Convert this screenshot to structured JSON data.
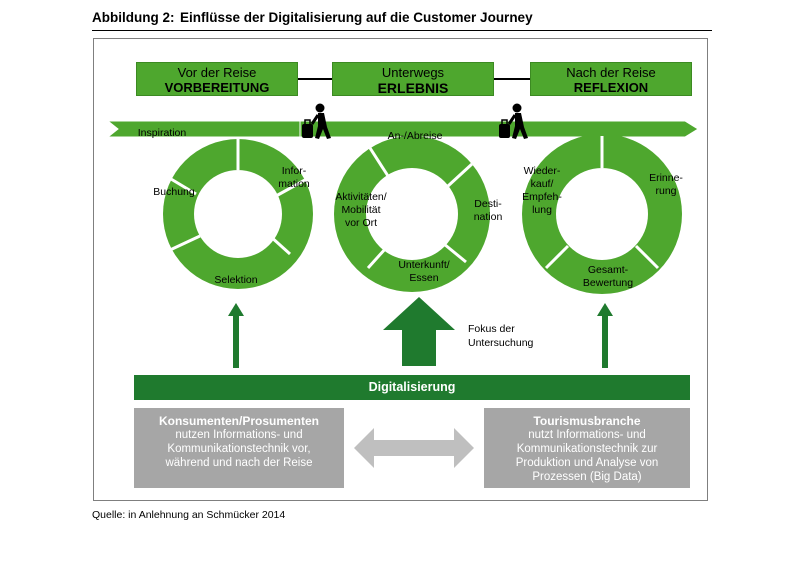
{
  "caption": {
    "number": "Abbildung 2:",
    "title": "Einflüsse der Digitalisierung auf die Customer Journey"
  },
  "phases": [
    {
      "line1": "Vor der Reise",
      "line2": "VORBEREITUNG"
    },
    {
      "line1": "Unterwegs",
      "line2": "ERLEBNIS"
    },
    {
      "line1": "Nach der Reise",
      "line2": "REFLEXION"
    }
  ],
  "cycle_labels": {
    "inspiration": "Inspiration",
    "information": "Infor-\nmation",
    "buchung": "Buchung",
    "selektion": "Selektion",
    "an_abreise": "An-/Abreise",
    "aktivitaeten": "Aktivitäten/\nMobilität\nvor Ort",
    "destination": "Desti-\nnation",
    "unterkunft": "Unterkunft/\nEssen",
    "wiederkauf": "Wieder-\nkauf/\nEmpfeh-\nlung",
    "erinnerung": "Erinne-\nrung",
    "bewertung": "Gesamt-\nBewertung"
  },
  "focus_label": "Fokus der\nUntersuchung",
  "digitalisierung_label": "Digitalisierung",
  "consumers": {
    "heading": "Konsumenten/Prosumenten",
    "body": "nutzen Informations- und\nKommunikationstechnik vor,\nwährend und nach der Reise"
  },
  "industry": {
    "heading": "Tourismusbranche",
    "body": "nutzt Informations- und\nKommunikationstechnik zur\nProduktion und Analyse von\nProzessen (Big Data)"
  },
  "source": "Quelle: in Anlehnung an Schmücker 2014",
  "colors": {
    "green": "#4ea72e",
    "dark_green": "#1f7a2e",
    "grey_box": "#a6a6a6",
    "grey_arrow": "#bfbfbf"
  }
}
